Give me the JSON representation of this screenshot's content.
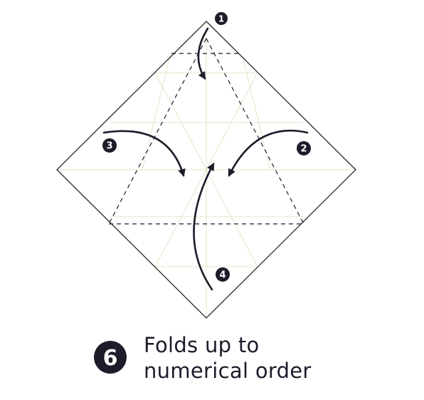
{
  "step": {
    "number": "6",
    "caption_lines": [
      "Folds up to",
      "numerical order"
    ]
  },
  "fold_markers": [
    {
      "id": "fold-1",
      "label": "1"
    },
    {
      "id": "fold-2",
      "label": "2"
    },
    {
      "id": "fold-3",
      "label": "3"
    },
    {
      "id": "fold-4",
      "label": "4"
    }
  ],
  "colors": {
    "ink": "#1c1c2a",
    "paper_outline": "#2a2a2a",
    "crease_guides": "#e6e4c8",
    "background": "#ffffff"
  }
}
